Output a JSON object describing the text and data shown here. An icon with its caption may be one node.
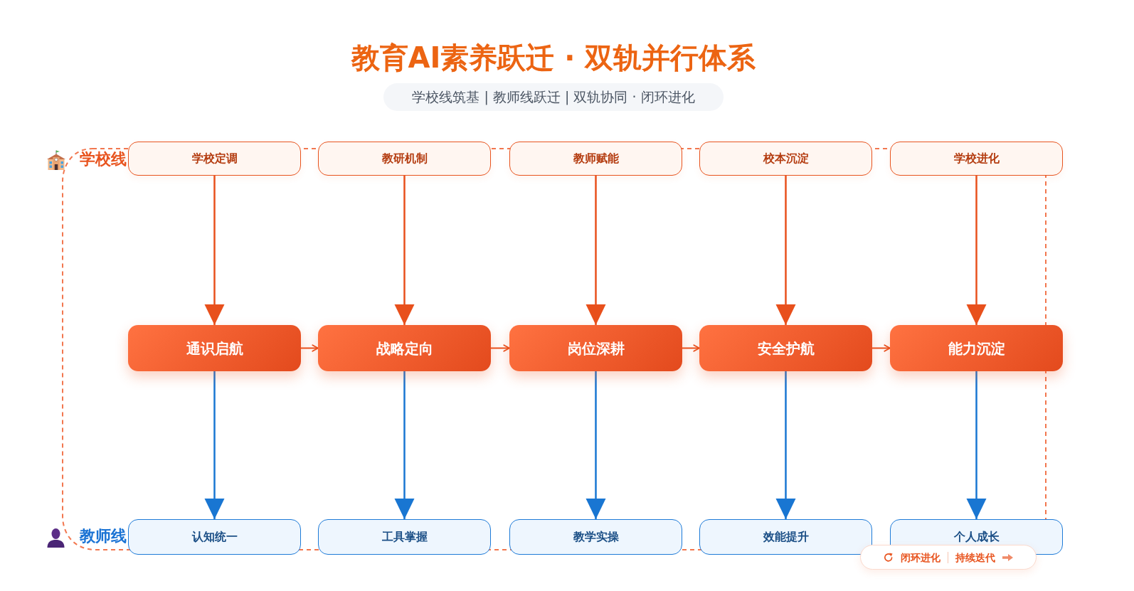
{
  "diagram": {
    "title": "教育AI素养跃迁 · 双轨并行体系",
    "nodes": [
      {
        "text": [
          "学校线筑基 | 教师线跃迁 | 双轨协同 · 闭环进化"
        ]
      },
      {
        "text": [
          "学校定调"
        ]
      },
      {
        "text": [
          "教研机制"
        ]
      },
      {
        "text": [
          "教师赋能"
        ]
      },
      {
        "text": [
          "校本沉淀"
        ]
      },
      {
        "text": [
          "学校进化"
        ]
      },
      {
        "text": [
          "通识启航"
        ]
      },
      {
        "text": [
          "战略定向"
        ]
      },
      {
        "text": [
          "岗位深耕"
        ]
      },
      {
        "text": [
          "安全护航"
        ]
      },
      {
        "text": [
          "能力沉淀"
        ]
      },
      {
        "text": [
          "认知统一"
        ]
      },
      {
        "text": [
          "工具掌握"
        ]
      },
      {
        "text": [
          "教学实操"
        ]
      },
      {
        "text": [
          "效能提升"
        ]
      },
      {
        "text": [
          "个人成长"
        ]
      },
      {
        "text": [
          "闭环进化",
          "持续迭代"
        ]
      }
    ],
    "edges": [
      {
        "from": 1,
        "to": 6,
        "arrow": "to"
      },
      {
        "from": 2,
        "to": 7,
        "arrow": "to"
      },
      {
        "from": 3,
        "to": 8,
        "arrow": "to"
      },
      {
        "from": 4,
        "to": 9,
        "arrow": "to"
      },
      {
        "from": 5,
        "to": 10,
        "arrow": "to"
      },
      {
        "from": 6,
        "to": 7,
        "arrow": "to"
      },
      {
        "from": 7,
        "to": 8,
        "arrow": "to"
      },
      {
        "from": 8,
        "to": 9,
        "arrow": "to"
      },
      {
        "from": 9,
        "to": 10,
        "arrow": "to"
      },
      {
        "from": 6,
        "to": 11,
        "arrow": "to",
        "color": "#1976d2"
      },
      {
        "from": 7,
        "to": 12,
        "arrow": "to",
        "color": "#1976d2"
      },
      {
        "from": 8,
        "to": 13,
        "arrow": "to",
        "color": "#1976d2"
      },
      {
        "from": 9,
        "to": 14,
        "arrow": "to",
        "color": "#1976d2"
      },
      {
        "from": 10,
        "to": 15,
        "arrow": "to",
        "color": "#1976d2"
      }
    ],
    "labels": [
      "学校线",
      "教师线"
    ]
  }
}
